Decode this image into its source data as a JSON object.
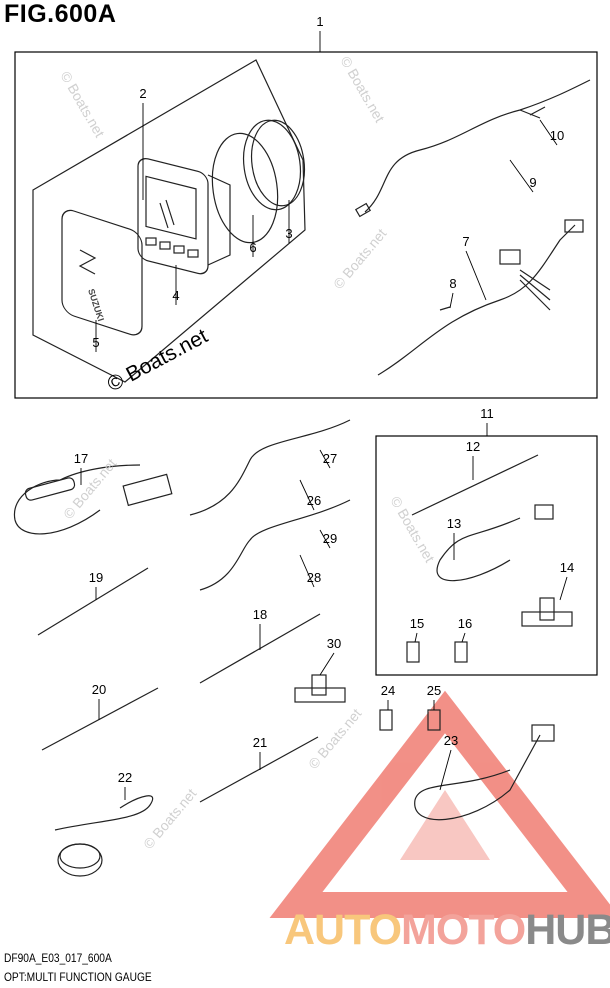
{
  "figure": {
    "title": "FIG.600A",
    "code": "DF90A_E03_017_600A",
    "description": "OPT:MULTI FUNCTION GAUGE"
  },
  "part_labels": [
    "1",
    "2",
    "3",
    "4",
    "5",
    "6",
    "7",
    "8",
    "9",
    "10",
    "11",
    "12",
    "13",
    "14",
    "15",
    "16",
    "17",
    "18",
    "19",
    "20",
    "21",
    "22",
    "23",
    "24",
    "25",
    "26",
    "27",
    "28",
    "29",
    "30"
  ],
  "watermark": {
    "text": "© Boats.net",
    "logo_parts": [
      "AUTO",
      "MOTO",
      "HUB"
    ],
    "colors": {
      "auto": "#f8c77c",
      "moto": "#f3a39b",
      "hub": "#8a8a8a",
      "triangle": "#f07c72"
    }
  }
}
